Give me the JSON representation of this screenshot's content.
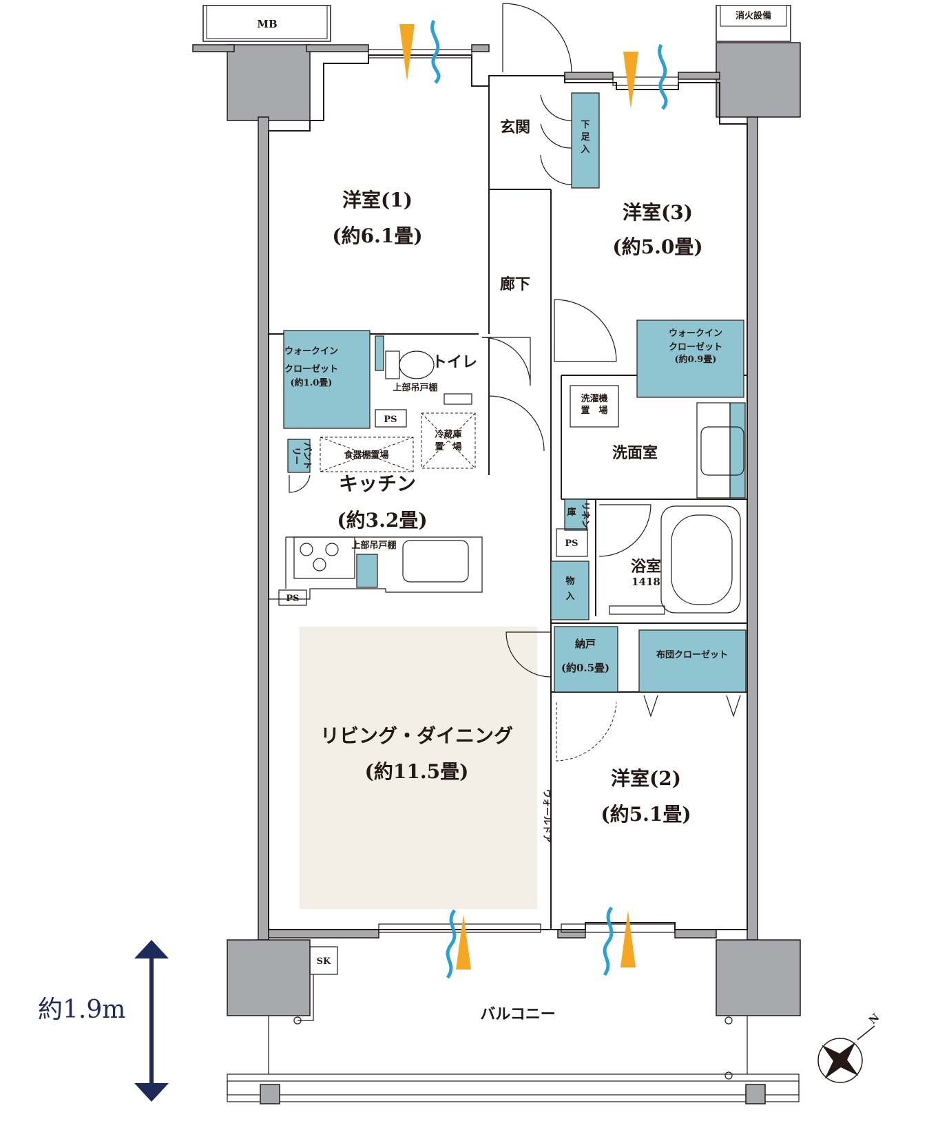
{
  "rooms": {
    "western1_name": "洋室(1)",
    "western1_size": "(約6.1畳)",
    "western2_name": "洋室(2)",
    "western2_size": "(約5.1畳)",
    "western3_name": "洋室(3)",
    "western3_size": "(約5.0畳)",
    "entrance": "玄関",
    "shoe_box": "下足入",
    "corridor": "廊下",
    "toilet": "トイレ",
    "upper_cabinet_toilet": "上部吊戸棚",
    "wic_left_1": "ウォークイン",
    "wic_left_2": "クローゼット",
    "wic_left_3": "(約1.0畳)",
    "wic_right_1": "ウォークイン",
    "wic_right_2": "クローゼット",
    "wic_right_3": "(約0.9畳)",
    "pantry_1": "パント",
    "pantry_2": "リー",
    "dish_shelf": "食器棚置場",
    "fridge_1": "冷蔵庫",
    "fridge_2": "置　場",
    "kitchen_name": "キッチン",
    "kitchen_size": "(約3.2畳)",
    "upper_cabinet_kitchen": "上部吊戸棚",
    "ps1": "PS",
    "ps2": "PS",
    "ps3": "PS",
    "washer_1": "洗濯機",
    "washer_2": "置　場",
    "washroom": "洗面室",
    "linen_1": "リネン",
    "linen_2": "庫",
    "storage": "物入",
    "bath_name": "浴室",
    "bath_size": "1418",
    "closet_name": "納戸",
    "closet_size": "(約0.5畳)",
    "futon": "布団クローゼット",
    "living_name": "リビング・ダイニング",
    "living_size": "(約11.5畳)",
    "wall_door": "ウォールドア",
    "balcony": "バルコニー",
    "sk": "SK",
    "mb": "MB",
    "fire": "消火設備"
  },
  "dimension": {
    "label": "約1.9m"
  },
  "compass": {
    "label": "N"
  },
  "colors": {
    "wall": "#a7a9ac",
    "fixture_blue": "#8fc5d1",
    "living_floor": "#f3efe6",
    "breeze_orange": "#f5a623",
    "breeze_blue": "#2aa0d6",
    "dimension": "#1d2a5a"
  }
}
